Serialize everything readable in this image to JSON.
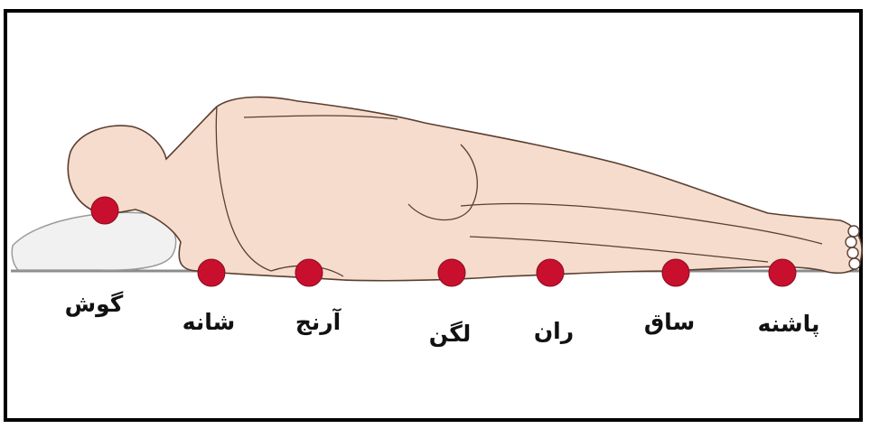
{
  "colors": {
    "skin": "#f6dccd",
    "outline": "#5a3e30",
    "dot": "#c8102e",
    "surface": "#8c8c8c",
    "pillow": "#f1f1f1",
    "text": "#111111"
  },
  "pressure_points": [
    {
      "id": "ear",
      "label": "گوش"
    },
    {
      "id": "shoulder",
      "label": "شانه"
    },
    {
      "id": "elbow",
      "label": "آرنج"
    },
    {
      "id": "pelvis",
      "label": "لگن"
    },
    {
      "id": "thigh",
      "label": "ران"
    },
    {
      "id": "shin",
      "label": "ساق"
    },
    {
      "id": "heel",
      "label": "پاشنه"
    }
  ]
}
